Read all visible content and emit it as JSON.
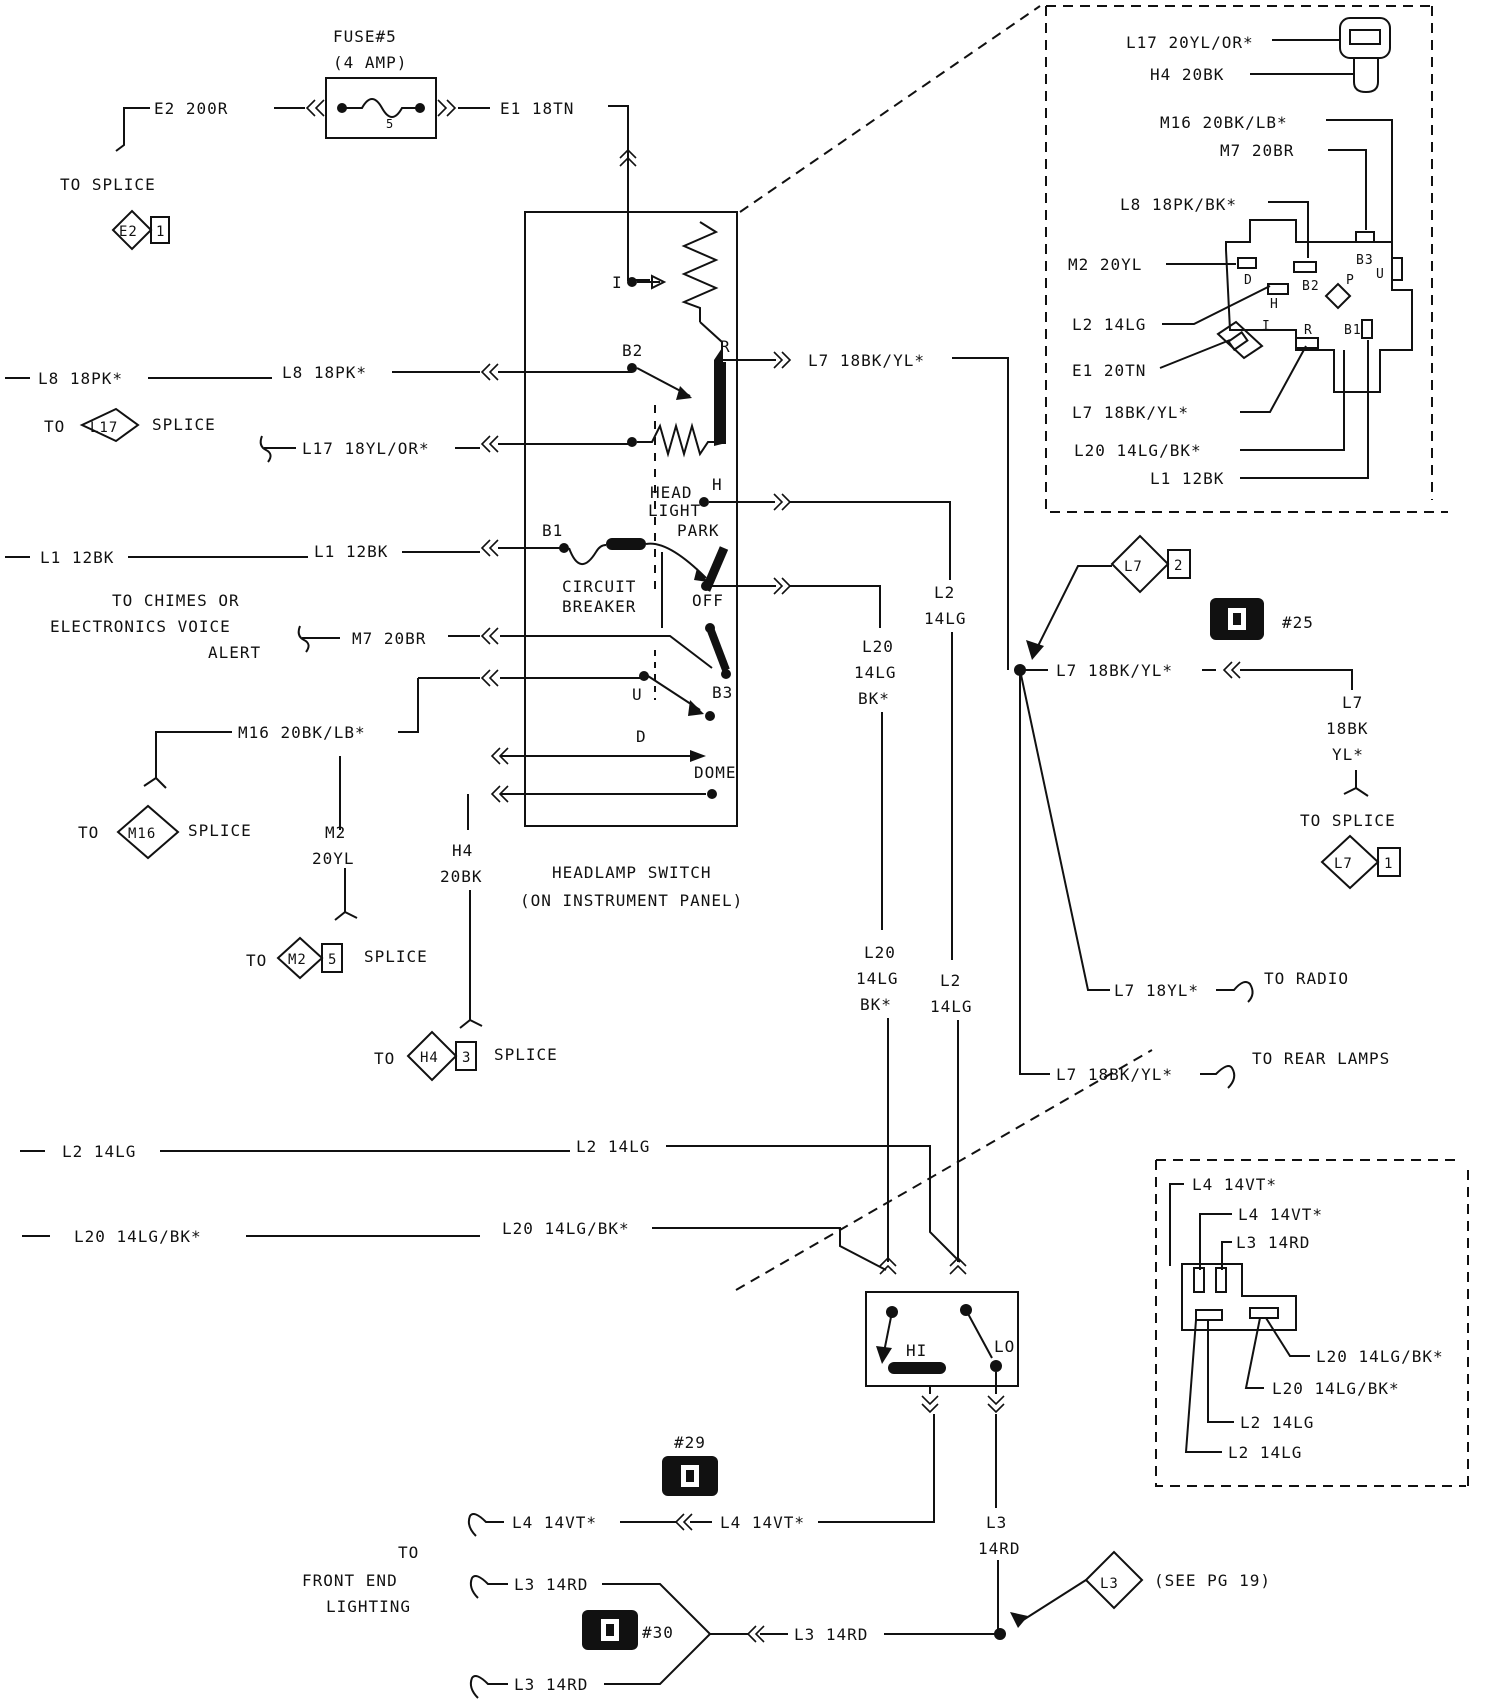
{
  "fuse": {
    "title": "FUSE#5",
    "rating": "(4 AMP)",
    "number": "5"
  },
  "wires": {
    "e2_200r": "E2 200R",
    "e1_18tn": "E1 18TN",
    "l8_18pk_left": "L8 18PK*",
    "l8_18pk_mid": "L8 18PK*",
    "l17_18yl_or": "L17 18YL/OR*",
    "l7_18bk_yl_r": "L7 18BK/YL*",
    "l1_12bk_left": "L1 12BK",
    "l1_12bk_mid": "L1 12BK",
    "m7_20br": "M7 20BR",
    "m16_20bk_lb": "M16 20BK/LB*",
    "m2_20yl": [
      "M2",
      "20YL"
    ],
    "h4_20bk": [
      "H4",
      "20BK"
    ],
    "l2_14lg_vert": [
      "L2",
      "14LG"
    ],
    "l20_14lg_bk_vert": [
      "L20",
      "14LG",
      "BK*"
    ],
    "l7_18bk_yl_splice": "L7 18BK/YL*",
    "l7_18bk_yl_vert": [
      "L7",
      "18BK",
      "YL*"
    ],
    "l7_18yl": "L7 18YL*",
    "l7_rear": "L7 18BK/YL*",
    "l20_lower": [
      "L20",
      "14LG",
      "BK*"
    ],
    "l2_lower": [
      "L2",
      "14LG"
    ],
    "l2_14lg_left": "L2 14LG",
    "l2_14lg_mid": "L2 14LG",
    "l20_left": "L20 14LG/BK*",
    "l20_mid": "L20 14LG/BK*",
    "l4_left": "L4 14VT*",
    "l4_right": "L4 14VT*",
    "l3_top": "L3 14RD",
    "l3_mid": "L3 14RD",
    "l3_bot": "L3 14RD",
    "l3_vert": [
      "L3",
      "14RD"
    ]
  },
  "labels": {
    "to_splice_e2": "TO SPLICE",
    "to_l17": "TO",
    "splice_l17": "SPLICE",
    "chimes": [
      "TO CHIMES OR",
      "ELECTRONICS VOICE",
      "ALERT"
    ],
    "to_m16": "TO",
    "splice_m16": "SPLICE",
    "to_m2": "TO",
    "splice_m2": "SPLICE",
    "to_h4": "TO",
    "splice_h4": "SPLICE",
    "to_splice_l7": "TO SPLICE",
    "to_radio": "TO RADIO",
    "to_rear_lamps": "TO REAR LAMPS",
    "front_end": [
      "TO",
      "FRONT END",
      "LIGHTING"
    ],
    "see_pg": "(SEE PG 19)",
    "headlamp_switch": [
      "HEADLAMP SWITCH",
      "(ON INSTRUMENT PANEL)"
    ],
    "circuit_breaker": [
      "CIRCUIT",
      "BREAKER"
    ],
    "head_light": [
      "HEAD",
      "LIGHT"
    ],
    "park": "PARK",
    "off": "OFF",
    "dome": "DOME",
    "hi": "HI",
    "lo": "LO"
  },
  "terminals": {
    "I": "I",
    "B2": "B2",
    "R": "R",
    "H": "H",
    "B1": "B1",
    "U": "U",
    "B3": "B3",
    "D": "D"
  },
  "splices": {
    "e2": {
      "id": "E2",
      "num": "1"
    },
    "l17": {
      "id": "L17"
    },
    "m16": {
      "id": "M16"
    },
    "m2": {
      "id": "M2",
      "num": "5"
    },
    "h4": {
      "id": "H4",
      "num": "3"
    },
    "l7_top": {
      "id": "L7",
      "num": "2"
    },
    "l7_bot": {
      "id": "L7",
      "num": "1"
    },
    "l3": {
      "id": "L3"
    }
  },
  "grounds": {
    "g25": "#25",
    "g29": "#29",
    "g30": "#30"
  },
  "connector_top": {
    "l17": "L17 20YL/OR*",
    "h4": "H4 20BK",
    "m16": "M16 20BK/LB*",
    "m7": "M7 20BR",
    "l8": "L8 18PK/BK*",
    "m2": "M2 20YL",
    "l2": "L2 14LG",
    "e1": "E1 20TN",
    "l7": "L7 18BK/YL*",
    "l20": "L20 14LG/BK*",
    "l1": "L1 12BK",
    "pins": {
      "D": "D",
      "H": "H",
      "B2": "B2",
      "B3": "B3",
      "P": "P",
      "U": "U",
      "I": "I",
      "R": "R",
      "B1": "B1"
    }
  },
  "connector_bottom": {
    "l4a": "L4 14VT*",
    "l4b": "L4 14VT*",
    "l3": "L3 14RD",
    "l20a": "L20 14LG/BK*",
    "l20b": "L20 14LG/BK*",
    "l2a": "L2 14LG",
    "l2b": "L2 14LG"
  }
}
